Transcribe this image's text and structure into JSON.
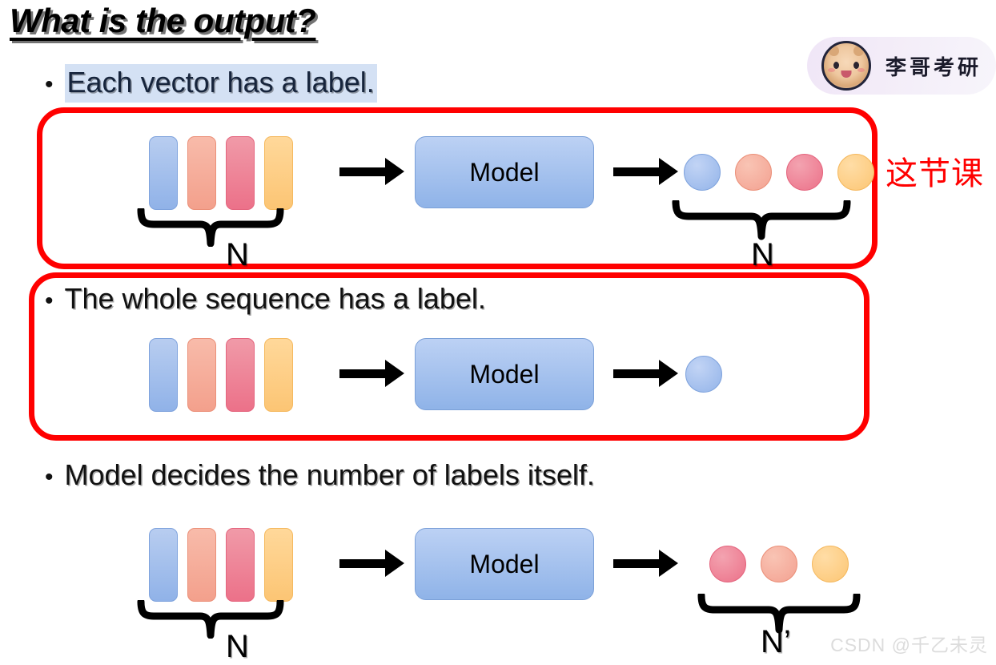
{
  "slide": {
    "title": "What is the output?",
    "bullet_marker": "•"
  },
  "bullets": [
    {
      "id": "each-vector",
      "text": "Each vector has a label.",
      "highlighted": true
    },
    {
      "id": "whole-sequence",
      "text": "The whole sequence has a label.",
      "highlighted": false
    },
    {
      "id": "model-decides",
      "text": "Model decides the number of labels itself.",
      "highlighted": false
    }
  ],
  "annotation": {
    "this_lesson": "这节课"
  },
  "diagram": {
    "model_label": "Model",
    "rows": [
      {
        "id": "row-1",
        "input_count": 4,
        "input_colors": [
          "blue",
          "salmon",
          "pink",
          "orange"
        ],
        "input_brace_label": "N",
        "output_shape": "circles",
        "output_count": 4,
        "output_colors": [
          "blue",
          "salmon",
          "pink",
          "orange"
        ],
        "output_brace_label": "N"
      },
      {
        "id": "row-2",
        "input_count": 4,
        "input_colors": [
          "blue",
          "salmon",
          "pink",
          "orange"
        ],
        "input_brace_label": "",
        "output_shape": "circles",
        "output_count": 1,
        "output_colors": [
          "blue"
        ],
        "output_brace_label": ""
      },
      {
        "id": "row-3",
        "input_count": 4,
        "input_colors": [
          "blue",
          "salmon",
          "pink",
          "orange"
        ],
        "input_brace_label": "N",
        "output_shape": "circles",
        "output_count": 3,
        "output_colors": [
          "pink",
          "salmon",
          "orange"
        ],
        "output_brace_label": "N’"
      }
    ]
  },
  "logo": {
    "text": "李哥考研"
  },
  "watermark": {
    "text": "CSDN @千乙未灵"
  },
  "colors": {
    "highlight_box": "#ff0000",
    "text_highlight": "#d4e1f4",
    "note_red": "#ff0000",
    "vector_blue": "#9FBDEB",
    "vector_salmon": "#F5A897",
    "vector_pink": "#EE8095",
    "vector_orange": "#FCCB7E",
    "model_box": "#A8C4EE",
    "watermark_gray": "#dcdcdc"
  }
}
